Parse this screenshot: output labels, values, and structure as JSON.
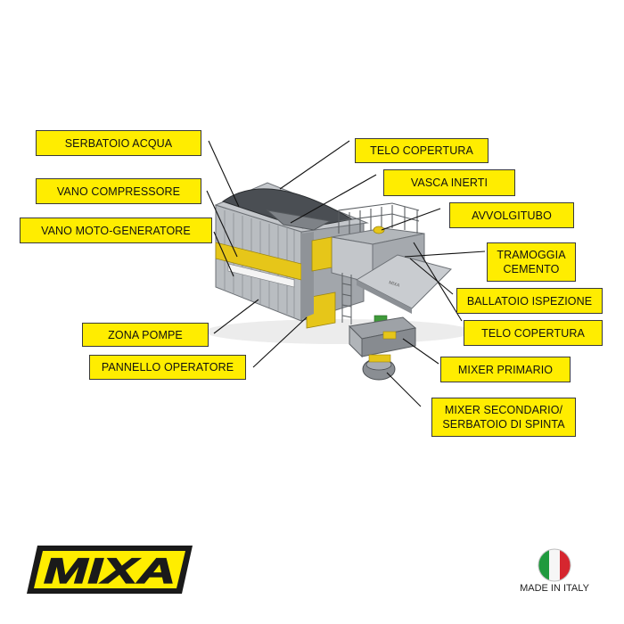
{
  "colors": {
    "label_fill": "#ffed00",
    "label_border": "#3a3a3a",
    "leader_line": "#111111",
    "machine_gray": "#9a9ea3",
    "machine_yellow": "#e6c619",
    "logo_yellow": "#ffed00",
    "logo_black": "#1a1a1a"
  },
  "labels": {
    "serbatoio_acqua": "SERBATOIO ACQUA",
    "vano_compressore": "VANO COMPRESSORE",
    "vano_moto_generatore": "VANO MOTO-GENERATORE",
    "zona_pompe": "ZONA POMPE",
    "pannello_operatore": "PANNELLO OPERATORE",
    "telo_copertura_top": "TELO COPERTURA",
    "vasca_inerti": "VASCA INERTI",
    "avvolgitubo": "AVVOLGITUBO",
    "tramoggia_cemento": "TRAMOGGIA\nCEMENTO",
    "ballatoio_ispezione": "BALLATOIO ISPEZIONE",
    "telo_copertura_right": "TELO COPERTURA",
    "mixer_primario": "MIXER PRIMARIO",
    "mixer_secondario": "MIXER SECONDARIO/\nSERBATOIO DI SPINTA"
  },
  "brand": {
    "logo_text": "MIXA",
    "logo_icon": "mixa-logo",
    "flag_icon": "italy-flag-icon",
    "made_in": "MADE IN ITALY"
  }
}
